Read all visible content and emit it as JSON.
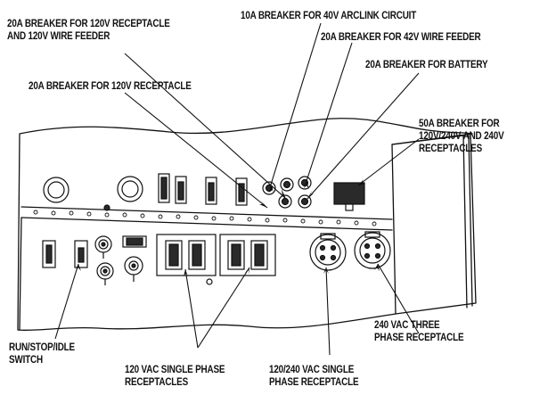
{
  "labels": {
    "breaker_20a_120v_and_feeder": [
      "20A BREAKER FOR 120V RECEPTACLE",
      "AND 120V WIRE FEEDER"
    ],
    "breaker_10a_arclink": "10A BREAKER FOR 40V ARCLINK CIRCUIT",
    "breaker_20a_42v_feeder": "20A BREAKER FOR 42V WIRE FEEDER",
    "breaker_20a_battery": "20A BREAKER FOR BATTERY",
    "breaker_20a_120v_receptacle": "20A BREAKER FOR 120V RECEPTACLE",
    "breaker_50a": [
      "50A BREAKER FOR",
      "120V/240V AND 240V",
      "RECEPTACLES"
    ],
    "three_phase": [
      "240 VAC THREE",
      "PHASE RECEPTACLE"
    ],
    "run_stop_idle": [
      "RUN/STOP/IDLE",
      "SWITCH"
    ],
    "single_phase_120": [
      "120 VAC SINGLE PHASE",
      "RECEPTACLES"
    ],
    "single_phase_120_240": [
      "120/240 VAC SINGLE",
      "PHASE RECEPTACLE"
    ]
  },
  "colors": {
    "ink": "#111111",
    "panel": "#ffffff",
    "dark_part": "#2a2a2a"
  }
}
